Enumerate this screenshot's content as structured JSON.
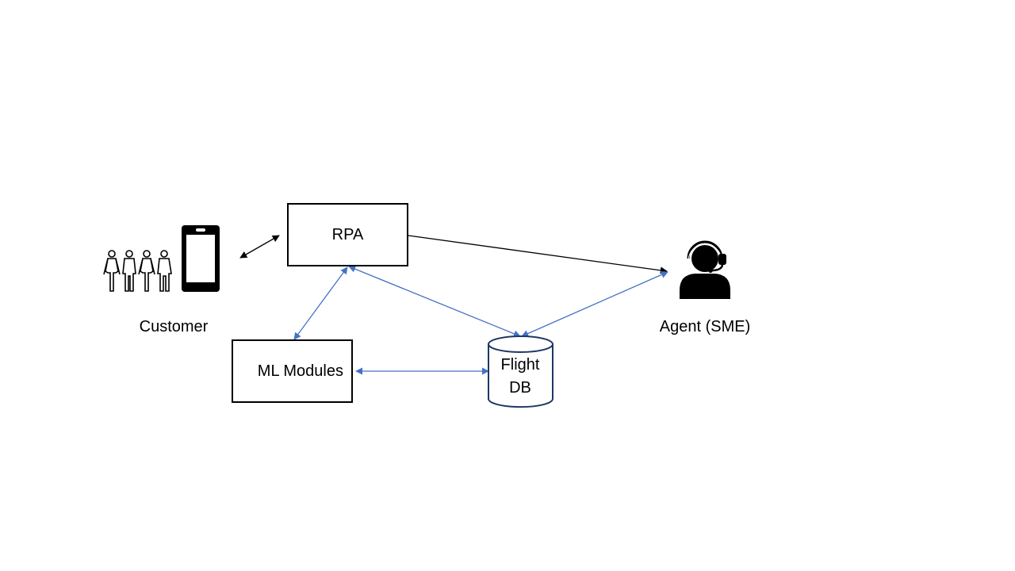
{
  "nodes": {
    "customer": {
      "label": "Customer",
      "icon": "people-group-icon",
      "device_icon": "smartphone-icon"
    },
    "rpa": {
      "label": "RPA"
    },
    "ml_modules": {
      "label": "ML Modules"
    },
    "flight_db": {
      "label_line1": "Flight",
      "label_line2": "DB",
      "icon": "database-cylinder-icon"
    },
    "agent": {
      "label": "Agent (SME)",
      "icon": "headset-agent-icon"
    }
  },
  "colors": {
    "black_line": "#000000",
    "blue_line": "#4472C4",
    "db_outline": "#1F3864"
  }
}
